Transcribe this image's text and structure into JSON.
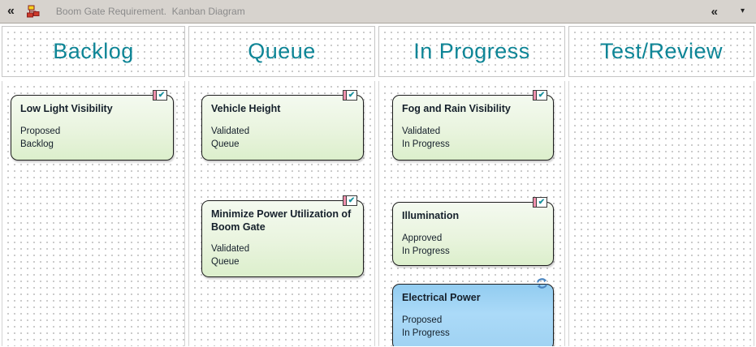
{
  "toolbar": {
    "back_icon": "«",
    "title": "Boom Gate Requirement.  Kanban Diagram",
    "collapse_icon": "«",
    "dropdown_icon": "▾"
  },
  "board": {
    "columns": [
      {
        "label": "Backlog",
        "cards": [
          {
            "title": "Low Light Visibility",
            "status": "Proposed",
            "stage": "Backlog",
            "kind": "requirement"
          }
        ]
      },
      {
        "label": "Queue",
        "cards": [
          {
            "title": "Vehicle Height",
            "status": "Validated",
            "stage": "Queue",
            "kind": "requirement"
          },
          {
            "title": "Minimize Power Utilization of Boom Gate",
            "status": "Validated",
            "stage": "Queue",
            "kind": "requirement"
          }
        ]
      },
      {
        "label": "In Progress",
        "cards": [
          {
            "title": "Fog and Rain Visibility",
            "status": "Validated",
            "stage": "In Progress",
            "kind": "requirement"
          },
          {
            "title": "Illumination",
            "status": "Approved",
            "stage": "In Progress",
            "kind": "requirement"
          },
          {
            "title": "Electrical Power",
            "status": "Proposed",
            "stage": "In Progress",
            "kind": "change",
            "highlighted": true
          }
        ]
      },
      {
        "label": "Test/Review",
        "cards": []
      }
    ]
  },
  "colors": {
    "header_text": "#0e8596",
    "card_green_top": "#f4faf0",
    "card_green_bottom": "#dcefcc",
    "card_blue": "#a3d6f5",
    "card_border": "#1d1d1d",
    "requirement_icon_pink": "#f090ad",
    "check_teal": "#18929e",
    "toolbar_bg": "#d7d3ce"
  }
}
